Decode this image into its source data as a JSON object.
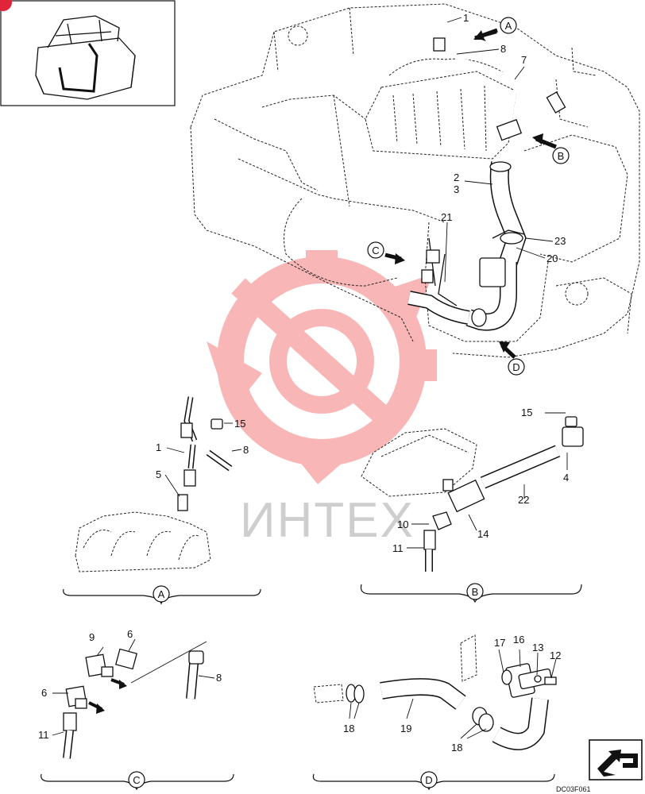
{
  "diagram_code": "DC03F061",
  "watermark": "ИНТЕХ",
  "view_markers": {
    "a": "A",
    "b": "B",
    "c": "C",
    "d": "D"
  },
  "callouts": {
    "c1": "1",
    "c2": "2",
    "c3": "3",
    "c4": "4",
    "c5": "5",
    "c6": "6",
    "c7": "7",
    "c8": "8",
    "c9": "9",
    "c10": "10",
    "c11": "11",
    "c12": "12",
    "c13": "13",
    "c14": "14",
    "c15": "15",
    "c16": "16",
    "c17": "17",
    "c18": "18",
    "c19": "19",
    "c20": "20",
    "c21": "21",
    "c22": "22",
    "c23": "23"
  },
  "colors": {
    "line": "#111111",
    "watermark": "#f26060",
    "badge": "#e0243a"
  },
  "icons": {
    "nav": "back-arrow-icon",
    "badge": "page-badge-icon"
  }
}
